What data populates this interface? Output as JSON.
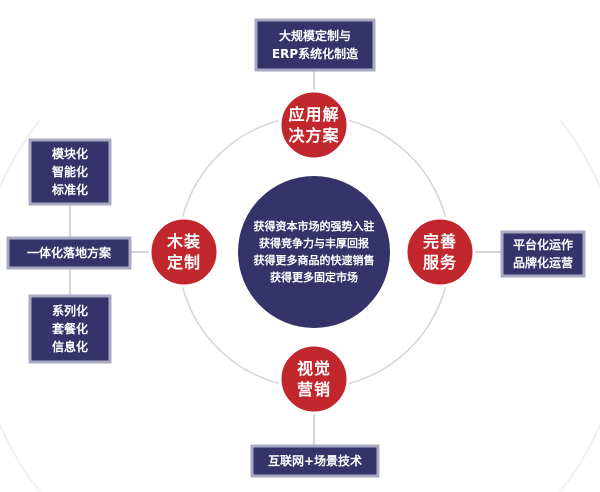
{
  "colors": {
    "navy": "#35336a",
    "red": "#c2272d",
    "ring": "#d5d5d5",
    "box_border": "#a9a9c4",
    "line": "#c7c7c7"
  },
  "center": {
    "lines": [
      "获得资本市场的强势入驻",
      "获得竞争力与丰厚回报",
      "获得更多商品的快速销售",
      "获得更多固定市场"
    ]
  },
  "nodes": {
    "top": {
      "lines": [
        "应用解",
        "决方案"
      ]
    },
    "left": {
      "lines": [
        "木装",
        "定制"
      ]
    },
    "right": {
      "lines": [
        "完善",
        "服务"
      ]
    },
    "bottom": {
      "lines": [
        "视觉",
        "营销"
      ]
    }
  },
  "boxes": {
    "top": {
      "lines": [
        "大规模定制与",
        "ERP系统化制造"
      ]
    },
    "left_upper": {
      "lines": [
        "模块化",
        "智能化",
        "标准化"
      ]
    },
    "left_middle": {
      "lines": [
        "一体化落地方案"
      ]
    },
    "left_lower": {
      "lines": [
        "系列化",
        "套餐化",
        "信息化"
      ]
    },
    "right": {
      "lines": [
        "平台化运作",
        "品牌化运营"
      ]
    },
    "bottom": {
      "lines": [
        "互联网+场景技术"
      ]
    }
  }
}
